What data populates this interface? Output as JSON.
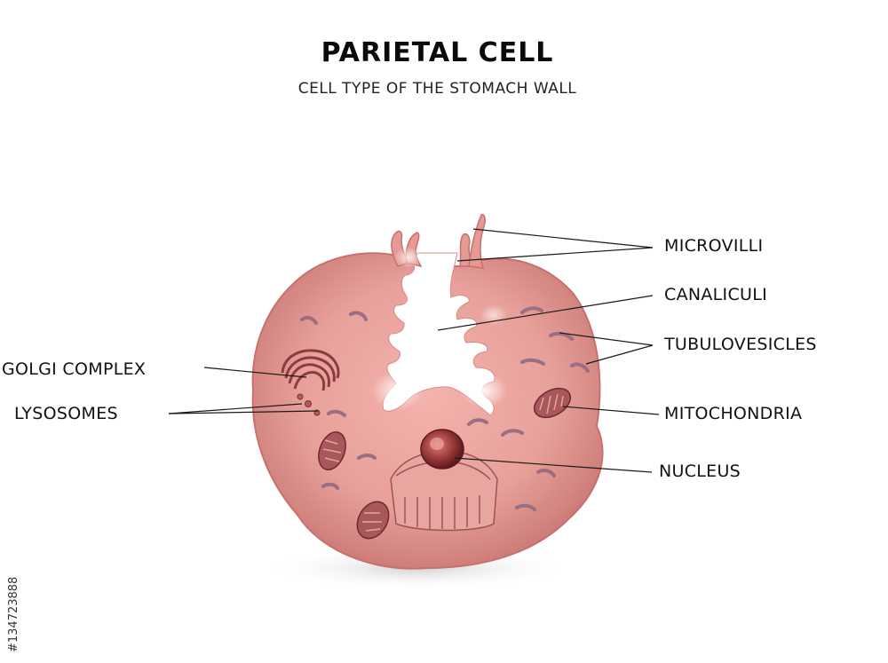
{
  "header": {
    "title": "PARIETAL CELL",
    "subtitle": "CELL TYPE OF THE STOMACH WALL"
  },
  "labels": {
    "microvilli": "MICROVILLI",
    "canaliculi": "CANALICULI",
    "tubulovesicles": "TUBULOVESICLES",
    "mitochondria": "MITOCHONDRIA",
    "nucleus": "NUCLEUS",
    "golgi": "GOLGI COMPLEX",
    "lysosomes": "LYSOSOMES"
  },
  "watermark": {
    "stock_id": "#134723888"
  },
  "colors": {
    "cell_body": "#e69a95",
    "cell_edge": "#c9706d",
    "canaliculi": "#ffffff",
    "organelle": "#a8575a",
    "leader_line": "#1a1a1a"
  }
}
